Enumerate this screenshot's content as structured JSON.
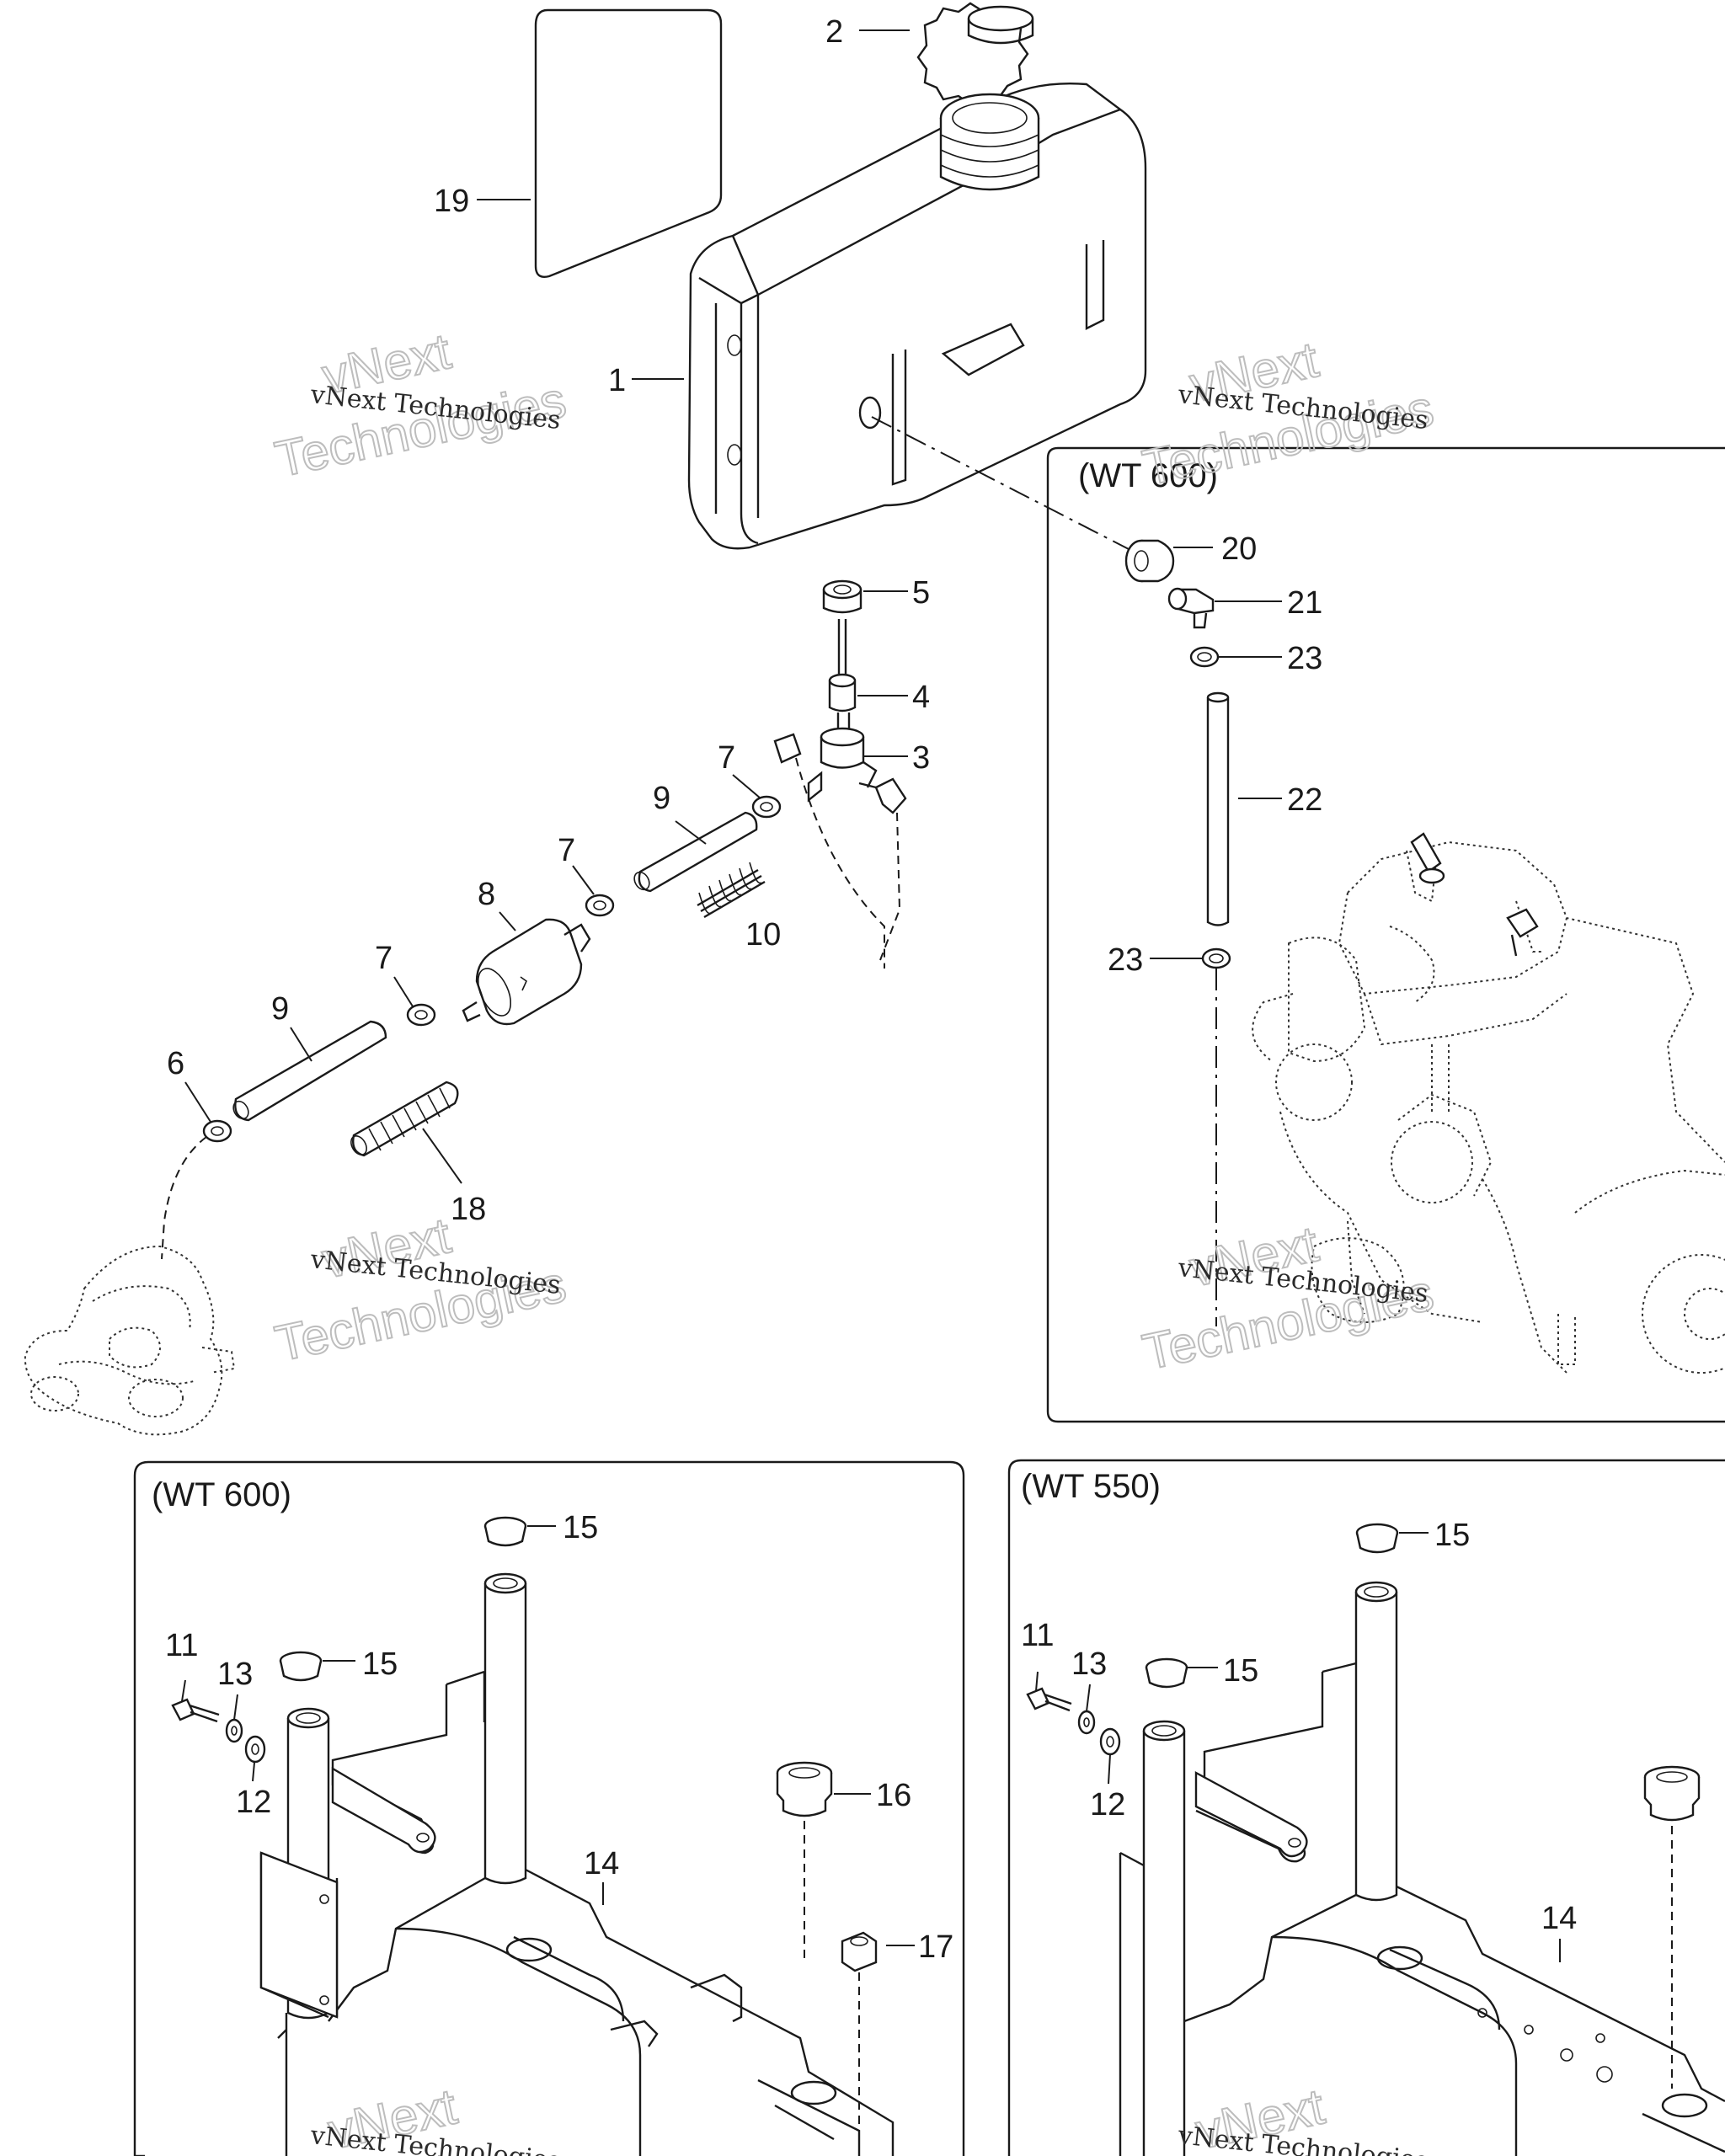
{
  "diagram": {
    "callouts": [
      {
        "id": "c2",
        "label": "2"
      },
      {
        "id": "c19",
        "label": "19"
      },
      {
        "id": "c1",
        "label": "1"
      },
      {
        "id": "c5",
        "label": "5"
      },
      {
        "id": "c4",
        "label": "4"
      },
      {
        "id": "c3",
        "label": "3"
      },
      {
        "id": "c7a",
        "label": "7"
      },
      {
        "id": "c9a",
        "label": "9"
      },
      {
        "id": "c7b",
        "label": "7"
      },
      {
        "id": "c8",
        "label": "8"
      },
      {
        "id": "c10",
        "label": "10"
      },
      {
        "id": "c7c",
        "label": "7"
      },
      {
        "id": "c9b",
        "label": "9"
      },
      {
        "id": "c6",
        "label": "6"
      },
      {
        "id": "c18",
        "label": "18"
      },
      {
        "id": "c20",
        "label": "20"
      },
      {
        "id": "c21",
        "label": "21"
      },
      {
        "id": "c23a",
        "label": "23"
      },
      {
        "id": "c22",
        "label": "22"
      },
      {
        "id": "c23b",
        "label": "23"
      },
      {
        "id": "c15a",
        "label": "15"
      },
      {
        "id": "c15b",
        "label": "15"
      },
      {
        "id": "c11a",
        "label": "11"
      },
      {
        "id": "c13a",
        "label": "13"
      },
      {
        "id": "c12a",
        "label": "12"
      },
      {
        "id": "c16a",
        "label": "16"
      },
      {
        "id": "c14a",
        "label": "14"
      },
      {
        "id": "c17",
        "label": "17"
      },
      {
        "id": "c15c",
        "label": "15"
      },
      {
        "id": "c15d",
        "label": "15"
      },
      {
        "id": "c11b",
        "label": "11"
      },
      {
        "id": "c13b",
        "label": "13"
      },
      {
        "id": "c12b",
        "label": "12"
      },
      {
        "id": "c14b",
        "label": "14"
      }
    ],
    "boxes": {
      "engine_box": "(WT 600)",
      "frame_box_left": "(WT 600)",
      "frame_box_right": "(WT 550)"
    },
    "watermark": {
      "small": "vNext Technologies",
      "big_line1": "vNext",
      "big_line2": "Technologies"
    }
  }
}
